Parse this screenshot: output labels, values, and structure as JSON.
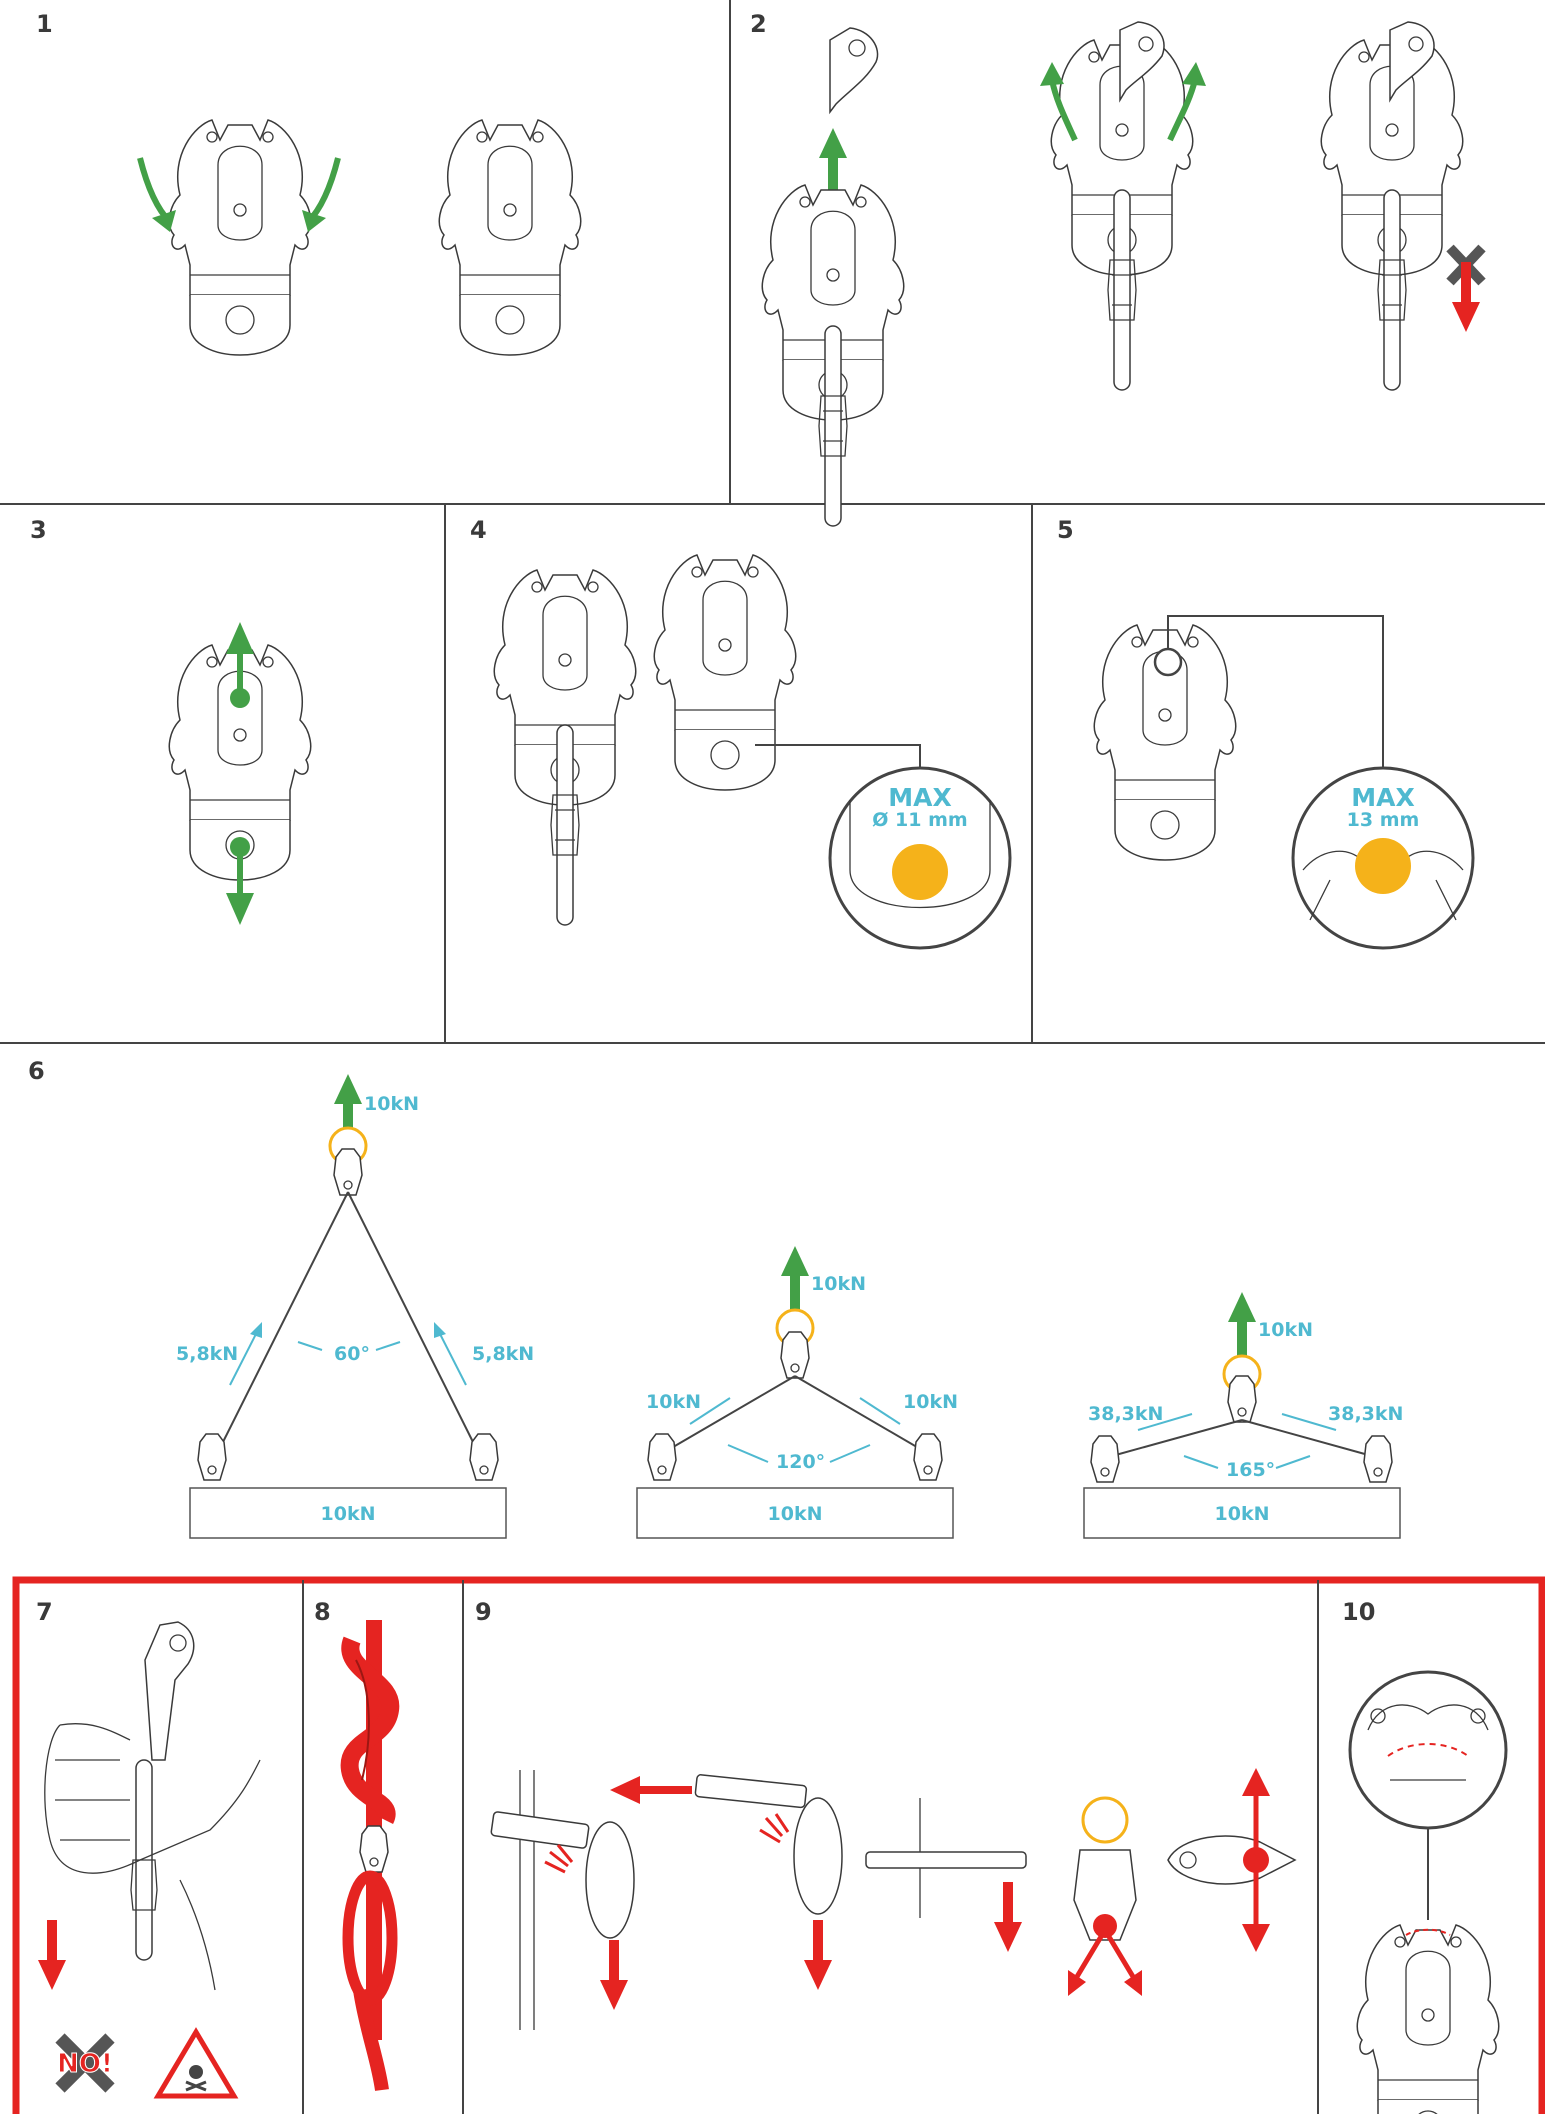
{
  "steps": [
    "1",
    "2",
    "3",
    "4",
    "5",
    "6",
    "7",
    "8",
    "9",
    "10"
  ],
  "step4": {
    "max": "MAX",
    "dia": "Ø 11 mm"
  },
  "step5": {
    "max": "MAX",
    "size": "13 mm"
  },
  "step6": {
    "a": {
      "top": "10kN",
      "left": "5,8kN",
      "right": "5,8kN",
      "angle": "60°",
      "load": "10kN"
    },
    "b": {
      "top": "10kN",
      "left": "10kN",
      "right": "10kN",
      "angle": "120°",
      "load": "10kN"
    },
    "c": {
      "top": "10kN",
      "left": "38,3kN",
      "right": "38,3kN",
      "angle": "165°",
      "load": "10kN"
    }
  },
  "step7": {
    "no": "NO!"
  },
  "colors": {
    "green": "#43a047",
    "red": "#e52421",
    "cyan": "#4fb9d0",
    "orange": "#f5b21a",
    "frame_red": "#e52421"
  }
}
